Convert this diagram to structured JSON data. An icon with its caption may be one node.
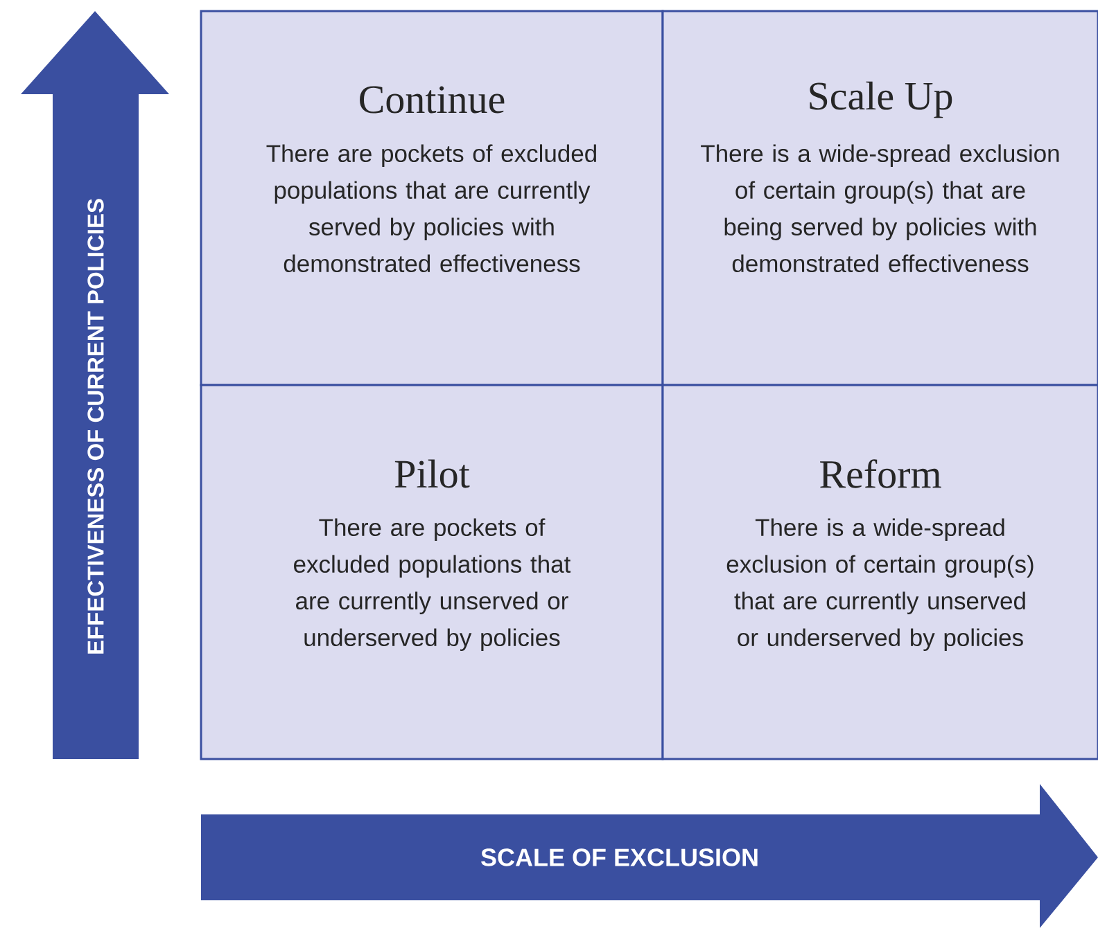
{
  "diagram": {
    "nodes": [
      {
        "text": [
          "Continue",
          "There are pockets of excluded populations that are currently served by policies with demonstrated effectiveness"
        ]
      },
      {
        "text": [
          "Scale Up",
          "There is a wide-spread exclusion of certain group(s) that are being served by policies with demonstrated effectiveness"
        ]
      },
      {
        "text": [
          "Pilot",
          "There are pockets of excluded populations that are currently unserved or underserved by policies"
        ]
      },
      {
        "text": [
          "Reform",
          "There is a wide-spread exclusion of certain group(s) that are currently unserved or underserved by policies"
        ]
      },
      {
        "text": [
          "EFFECTIVENESS OF CURRENT POLICIES"
        ]
      },
      {
        "text": [
          "SCALE OF EXCLUSION"
        ]
      }
    ]
  }
}
